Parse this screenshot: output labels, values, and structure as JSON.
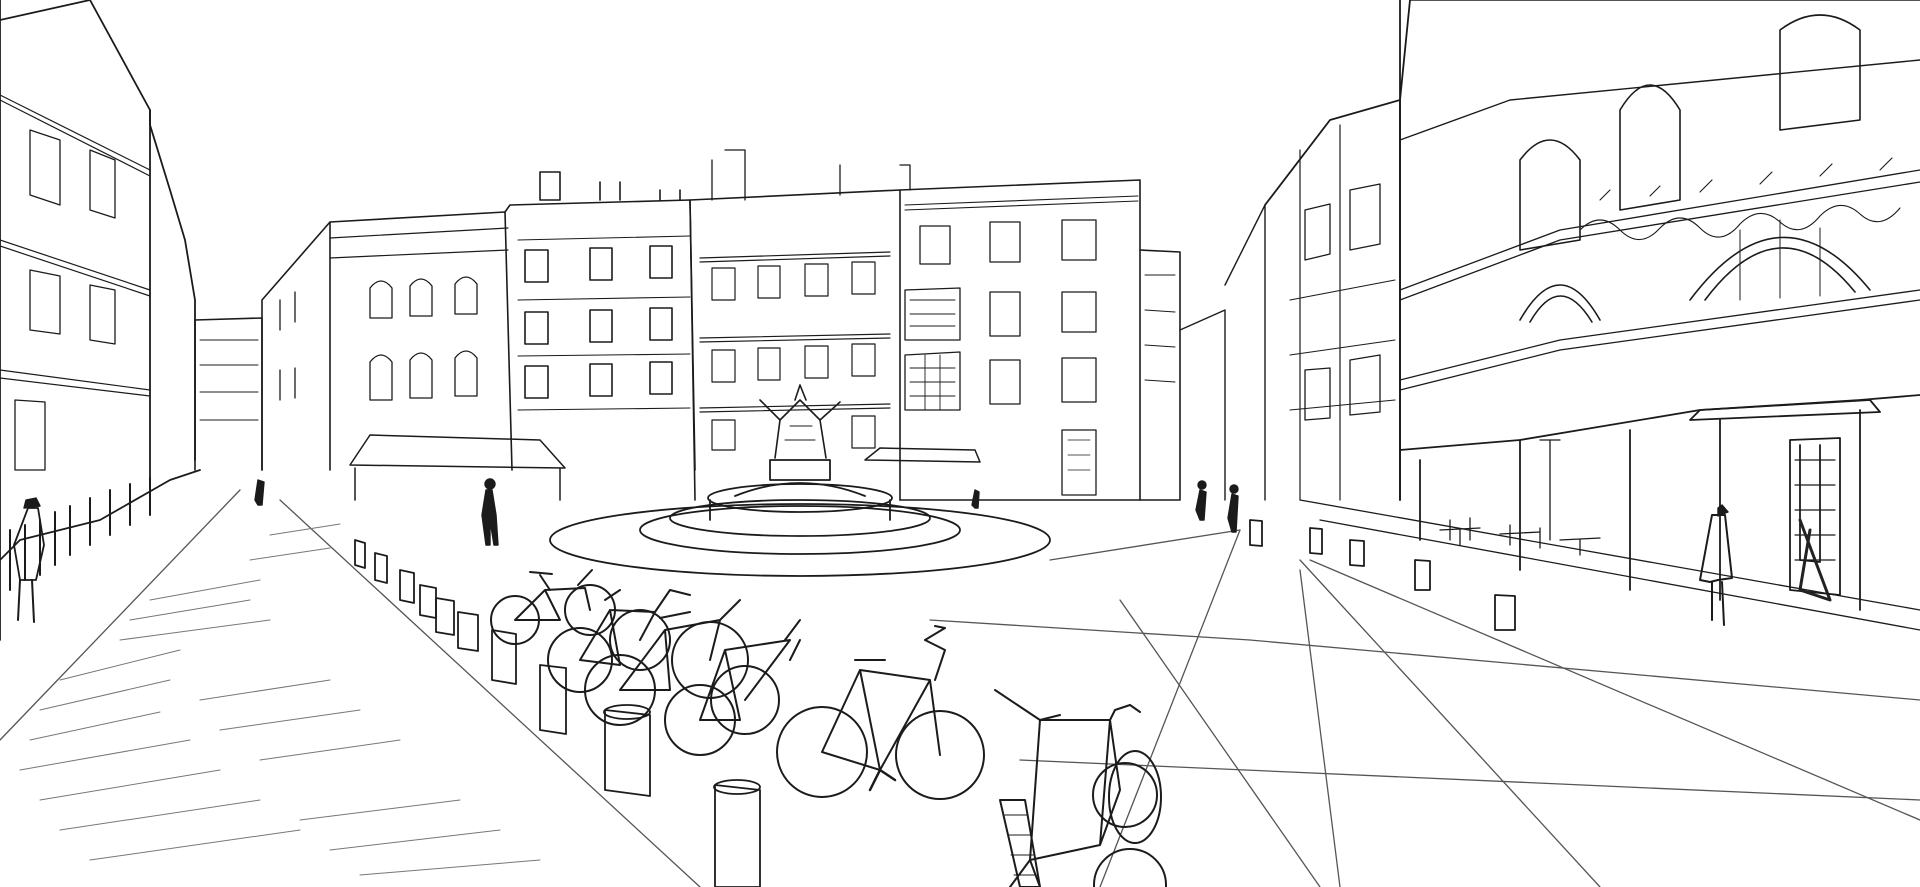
{
  "scene": {
    "style": "pen-and-ink line sketch",
    "palette": {
      "ink": "#1b1b1b",
      "paper": "#ffffff",
      "hatch": "#555555"
    },
    "elements": [
      "left-building-row",
      "far-building-row",
      "right-building-row",
      "central-fountain",
      "fountain-statue",
      "parked-bicycles",
      "bollards",
      "pedestrians",
      "paving-lines"
    ]
  }
}
